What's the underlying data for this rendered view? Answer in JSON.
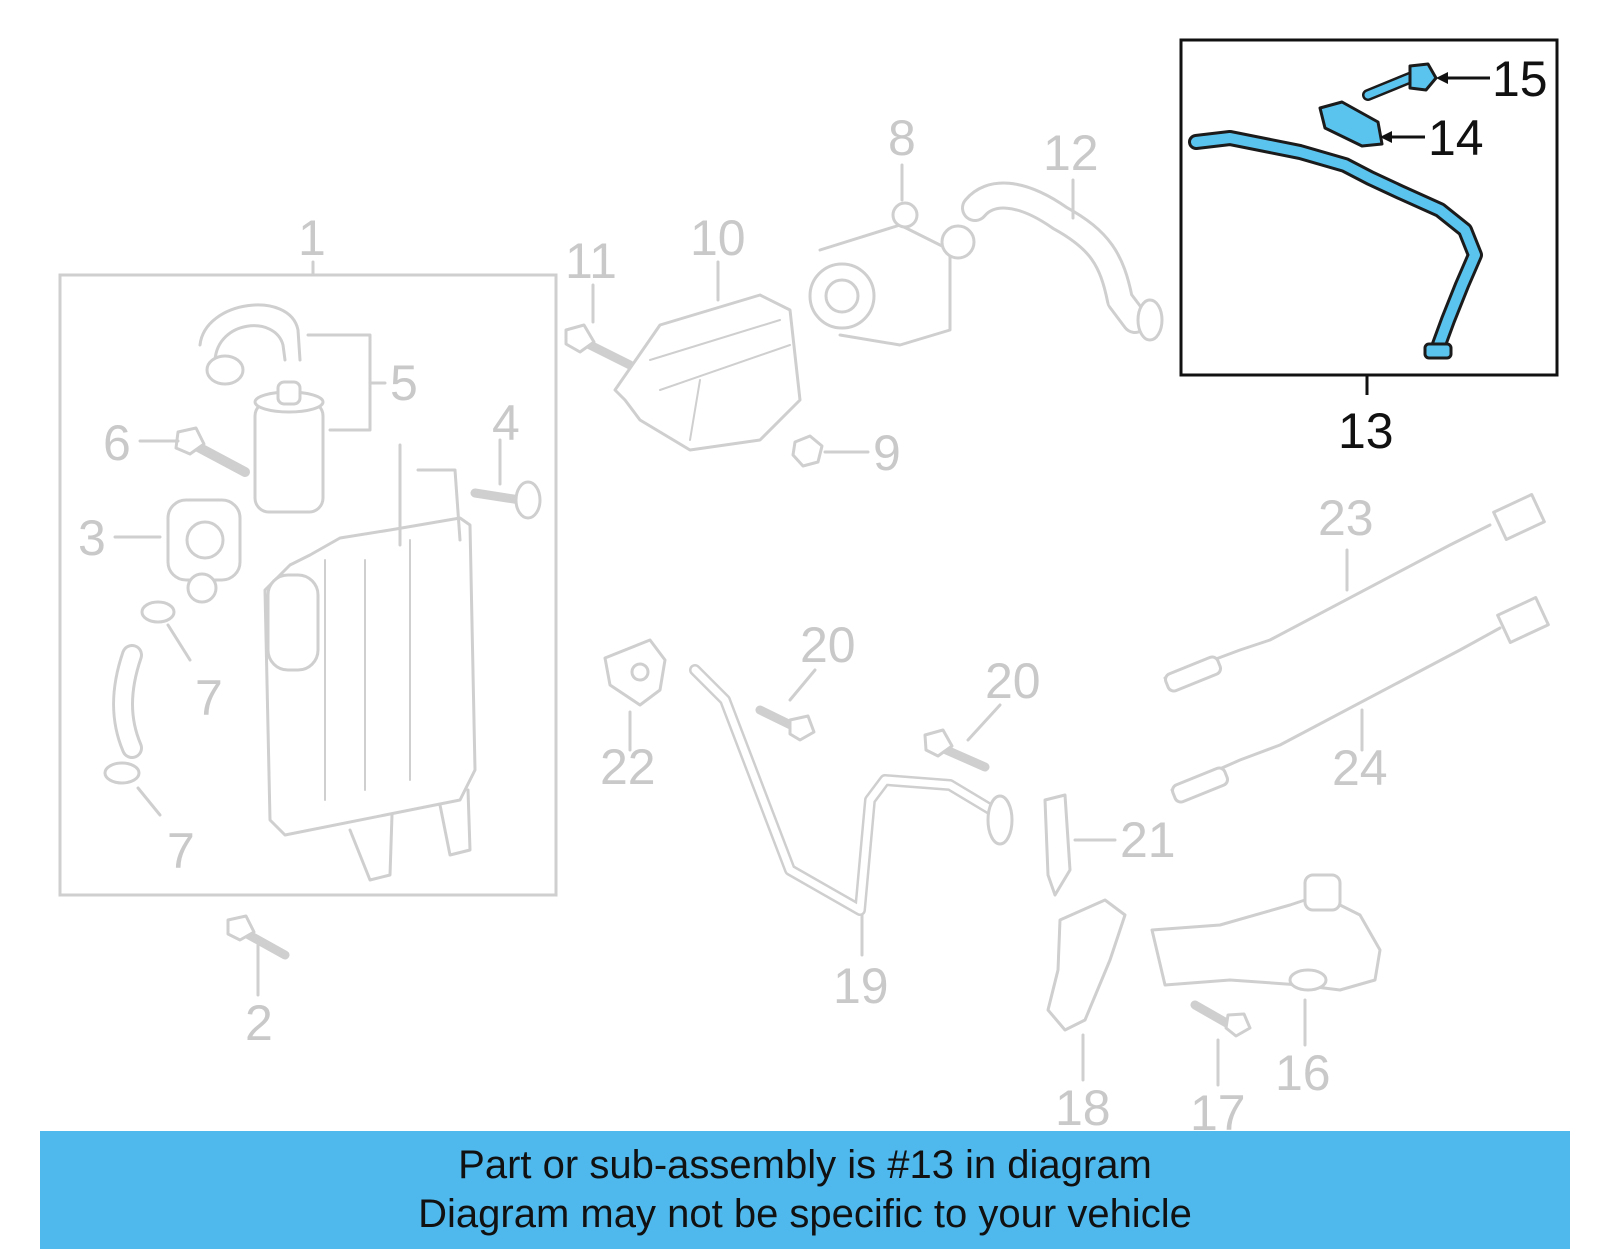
{
  "diagram": {
    "callouts": [
      {
        "id": "1",
        "text": "1"
      },
      {
        "id": "2",
        "text": "2"
      },
      {
        "id": "3",
        "text": "3"
      },
      {
        "id": "4",
        "text": "4"
      },
      {
        "id": "5",
        "text": "5"
      },
      {
        "id": "6",
        "text": "6"
      },
      {
        "id": "7a",
        "text": "7"
      },
      {
        "id": "7b",
        "text": "7"
      },
      {
        "id": "8",
        "text": "8"
      },
      {
        "id": "9",
        "text": "9"
      },
      {
        "id": "10",
        "text": "10"
      },
      {
        "id": "11",
        "text": "11"
      },
      {
        "id": "12",
        "text": "12"
      },
      {
        "id": "13",
        "text": "13"
      },
      {
        "id": "14",
        "text": "14"
      },
      {
        "id": "15",
        "text": "15"
      },
      {
        "id": "16",
        "text": "16"
      },
      {
        "id": "17",
        "text": "17"
      },
      {
        "id": "18",
        "text": "18"
      },
      {
        "id": "19",
        "text": "19"
      },
      {
        "id": "20a",
        "text": "20"
      },
      {
        "id": "20b",
        "text": "20"
      },
      {
        "id": "21",
        "text": "21"
      },
      {
        "id": "22",
        "text": "22"
      },
      {
        "id": "23",
        "text": "23"
      },
      {
        "id": "24",
        "text": "24"
      }
    ],
    "highlighted_part": "13",
    "highlight_color": "#5bc4ee",
    "inactive_color": "#c9c9c9"
  },
  "banner": {
    "line1": "Part or sub-assembly is #13 in diagram",
    "line2": "Diagram may not be specific to your vehicle",
    "background": "#4fb9ee"
  }
}
